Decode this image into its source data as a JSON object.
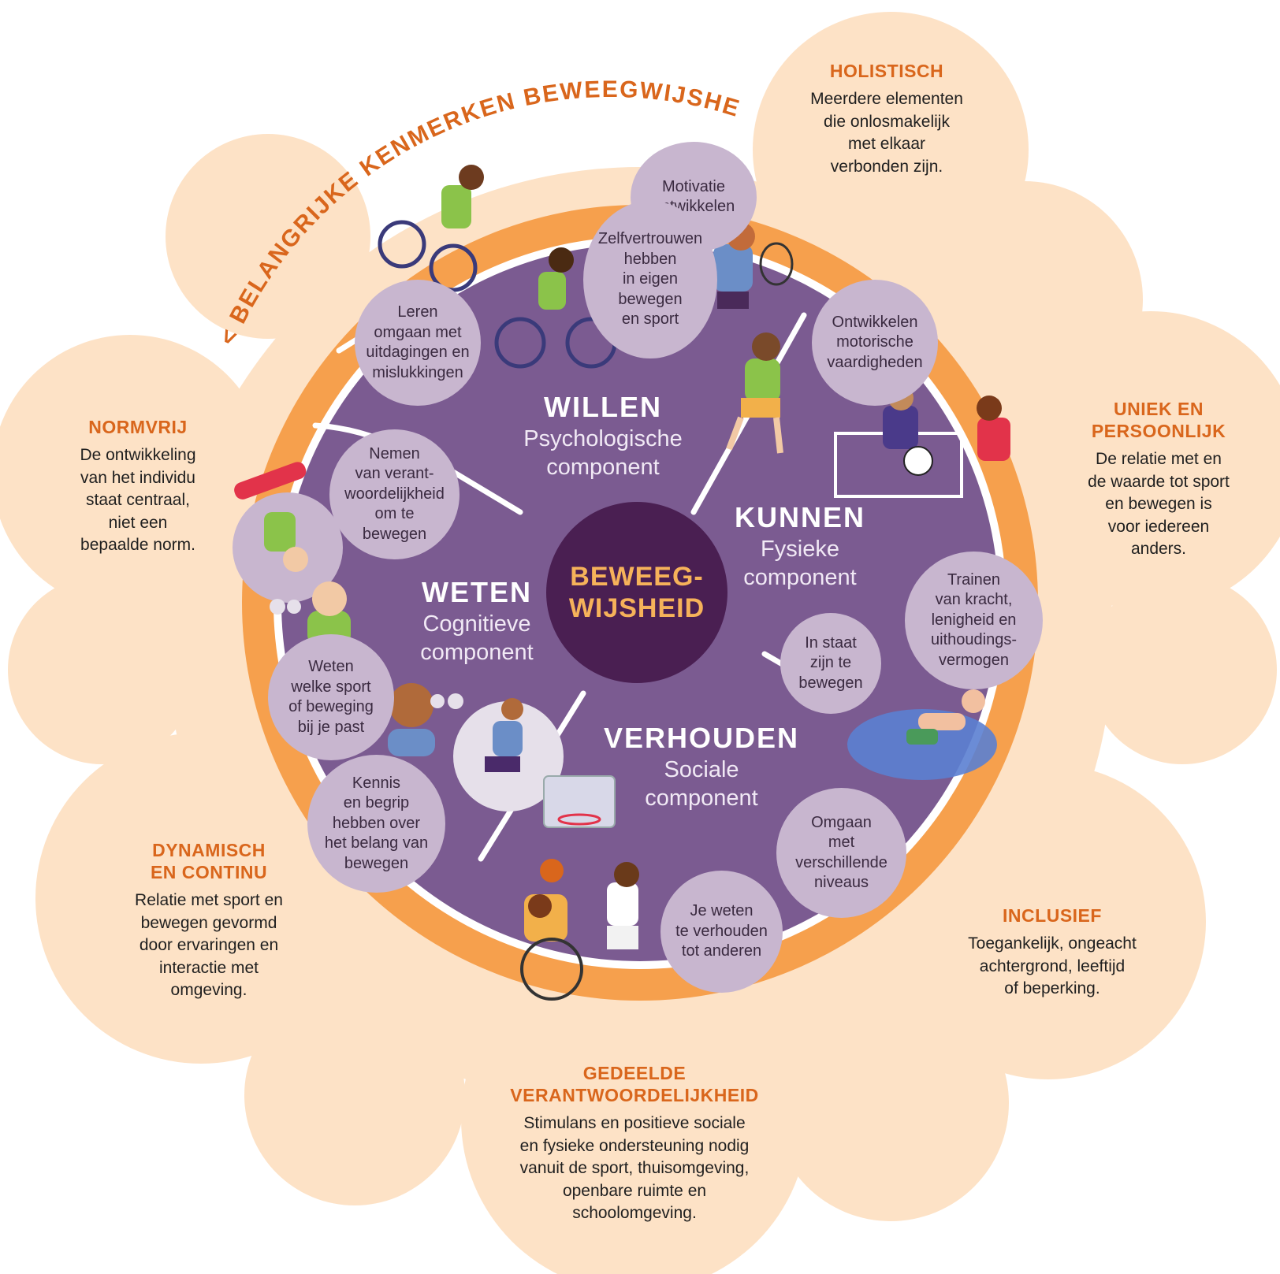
{
  "colors": {
    "cloud": "#fde2c6",
    "orange_ring": "#f6a04d",
    "purple": "#7b5b91",
    "bubble": "#c8b6cf",
    "core": "#4a1f52",
    "accent_text": "#d9661c"
  },
  "arc_title": "< BELANGRIJKE KENMERKEN BEWEEGWIJSHEID >",
  "core": {
    "label": "BEWEEG-\nWIJSHEID"
  },
  "features": [
    {
      "title": "HOLISTISCH",
      "text": "Meerdere elementen\ndie onlosmakelijk\nmet elkaar\nverbonden zijn."
    },
    {
      "title": "UNIEK EN\nPERSOONLIJK",
      "text": "De relatie met en\nde waarde tot sport\nen bewegen is\nvoor iedereen\nanders."
    },
    {
      "title": "INCLUSIEF",
      "text": "Toegankelijk, ongeacht\nachtergrond, leeftijd\nof beperking."
    },
    {
      "title": "GEDEELDE\nVERANTWOORDELIJKHEID",
      "text": "Stimulans en positieve sociale\nen fysieke ondersteuning nodig\nvanuit de sport, thuisomgeving,\nopenbare ruimte en\nschoolomgeving."
    },
    {
      "title": "DYNAMISCH\nEN CONTINU",
      "text": "Relatie met sport en\nbewegen gevormd\ndoor ervaringen en\ninteractie met\nomgeving."
    },
    {
      "title": "NORMVRIJ",
      "text": "De ontwikkeling\nvan het individu\nstaat centraal,\nniet een\nbepaalde norm."
    }
  ],
  "components": [
    {
      "name": "WILLEN",
      "sub": "Psychologische\ncomponent"
    },
    {
      "name": "KUNNEN",
      "sub": "Fysieke\ncomponent"
    },
    {
      "name": "VERHOUDEN",
      "sub": "Sociale\ncomponent"
    },
    {
      "name": "WETEN",
      "sub": "Cognitieve\ncomponent"
    }
  ],
  "bubbles": [
    {
      "text": "Motivatie\nontwikkelen"
    },
    {
      "text": "Zelfvertrouwen\nhebben\nin eigen\nbewegen\nen sport"
    },
    {
      "text": "Leren\nomgaan met\nuitdagingen en\nmislukkingen"
    },
    {
      "text": "Ontwikkelen\nmotorische\nvaardigheden"
    },
    {
      "text": "Trainen\nvan kracht,\nlenigheid en\nuithoudings-\nvermogen"
    },
    {
      "text": "In staat\nzijn te\nbewegen"
    },
    {
      "text": "Omgaan\nmet\nverschillende\nniveaus"
    },
    {
      "text": "Je weten\nte verhouden\ntot anderen"
    },
    {
      "text": "Nemen\nvan verant-\nwoordelijkheid\nom te\nbewegen"
    },
    {
      "text": "Weten\nwelke sport\nof beweging\nbij je past"
    },
    {
      "text": "Kennis\nen begrip\nhebben over\nhet belang van\nbewegen"
    }
  ]
}
